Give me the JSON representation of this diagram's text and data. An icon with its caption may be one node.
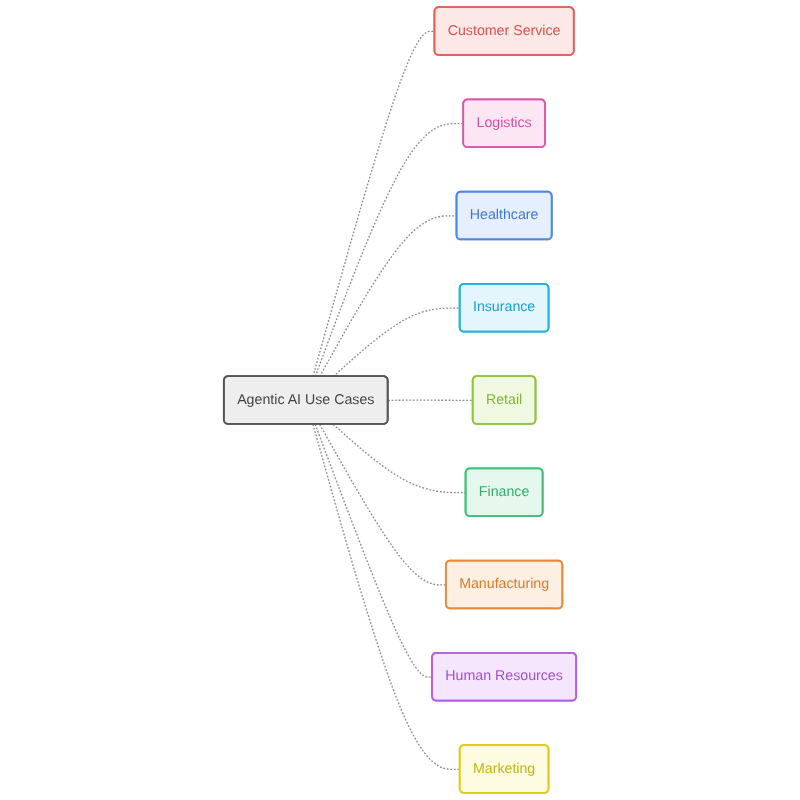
{
  "diagram": {
    "nodes": [
      {
        "text": [
          "Agentic AI Use Cases"
        ]
      },
      {
        "text": [
          "Customer Service"
        ]
      },
      {
        "text": [
          "Logistics"
        ]
      },
      {
        "text": [
          "Healthcare"
        ]
      },
      {
        "text": [
          "Insurance"
        ]
      },
      {
        "text": [
          "Retail"
        ]
      },
      {
        "text": [
          "Finance"
        ]
      },
      {
        "text": [
          "Manufacturing"
        ]
      },
      {
        "text": [
          "Human Resources"
        ]
      },
      {
        "text": [
          "Marketing"
        ]
      }
    ],
    "edges": [
      {
        "from": 0,
        "to": 1,
        "arrow": "none",
        "style": "dashed"
      },
      {
        "from": 0,
        "to": 2,
        "arrow": "none",
        "style": "dashed"
      },
      {
        "from": 0,
        "to": 3,
        "arrow": "none",
        "style": "dashed"
      },
      {
        "from": 0,
        "to": 4,
        "arrow": "none",
        "style": "dashed"
      },
      {
        "from": 0,
        "to": 5,
        "arrow": "none",
        "style": "dashed"
      },
      {
        "from": 0,
        "to": 6,
        "arrow": "none",
        "style": "dashed"
      },
      {
        "from": 0,
        "to": 7,
        "arrow": "none",
        "style": "dashed"
      },
      {
        "from": 0,
        "to": 8,
        "arrow": "none",
        "style": "dashed"
      },
      {
        "from": 0,
        "to": 9,
        "arrow": "none",
        "style": "dashed"
      }
    ]
  }
}
